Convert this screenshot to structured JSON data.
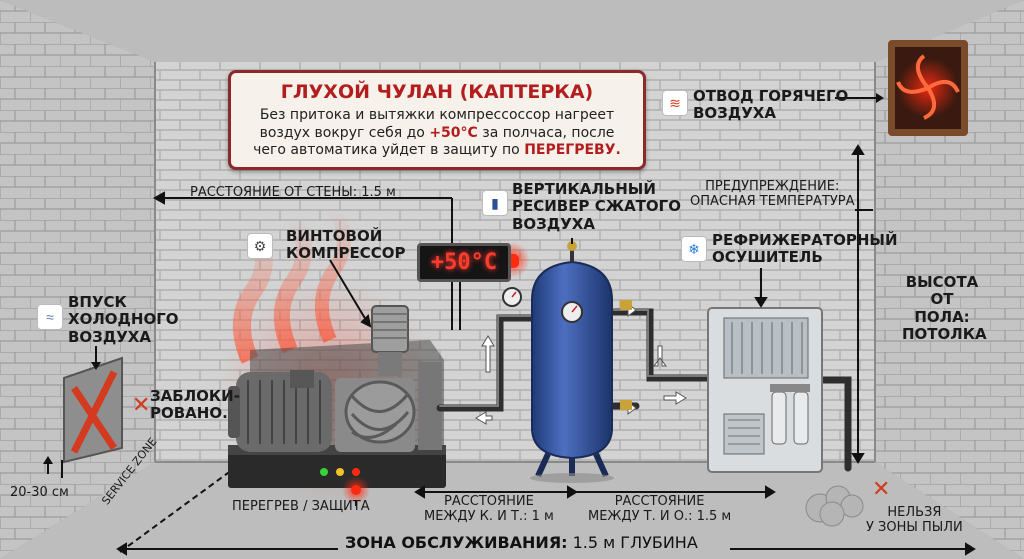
{
  "title_box": {
    "title": "ГЛУХОЙ ЧУЛАН (КАПТЕРКА)",
    "line1": "Без притока и вытяжки компрессоссор нагреет",
    "line2_a": "воздух вокруг себя до ",
    "line2_hl": "+50°C",
    "line2_b": " за полчаса, после",
    "line3_a": "чего автоматика уйдет в защиту по ",
    "line3_hl": "ПЕРЕГРЕВУ."
  },
  "labels": {
    "wall_distance": "РАССТОЯНИЕ ОТ СТЕНЫ: 1.5 м",
    "screw_compressor_1": "ВИНТОВОЙ",
    "screw_compressor_2": "КОМПРЕССОР",
    "receiver_1": "ВЕРТИКАЛЬНЫЙ",
    "receiver_2": "РЕСИВЕР СЖАТОГО",
    "receiver_3": "ВОЗДУХА",
    "warning_1": "ПРЕДУПРЕЖДЕНИЕ:",
    "warning_2": "ОПАСНАЯ ТЕМПЕРАТУРА",
    "dryer_1": "РЕФРИЖЕРАТОРНЫЙ",
    "dryer_2": "ОСУШИТЕЛЬ",
    "hot_air_1": "ОТВОД ГОРЯЧЕГО",
    "hot_air_2": "ВОЗДУХА",
    "height_1": "ВЫСОТА",
    "height_2": "ОТ ПОЛА:",
    "height_3": "ПОТОЛКА",
    "intake_1": "ВПУСК",
    "intake_2": "ХОЛОДНОГО",
    "intake_3": "ВОЗДУХА",
    "blocked_1": "ЗАБЛОКИ-",
    "blocked_2": "РОВАНО.",
    "floor_height": "20-30 см",
    "service_zone_diag": "SERVICE ZONE",
    "overheat": "ПЕРЕГРЕВ / ЗАЩИТА",
    "dist_kt_1": "РАССТОЯНИЕ",
    "dist_kt_2": "МЕЖДУ К. И Т.: 1 м",
    "dist_to_1": "РАССТОЯНИЕ",
    "dist_to_2": "МЕЖДУ Т. И О.: 1.5 м",
    "dust_1": "НЕЛЬЗЯ",
    "dust_2": "У ЗОНЫ ПЫЛИ",
    "bottom_a": "ЗОНА ОБСЛУЖИВАНИЯ:",
    "bottom_b": " 1.5 м ГЛУБИНА"
  },
  "display": {
    "temperature": "+50°C"
  },
  "colors": {
    "accent_red": "#b31d1d",
    "receiver_blue": "#2f4f9a",
    "wall": "#cfcfcf",
    "floor": "#bdbdbd"
  }
}
